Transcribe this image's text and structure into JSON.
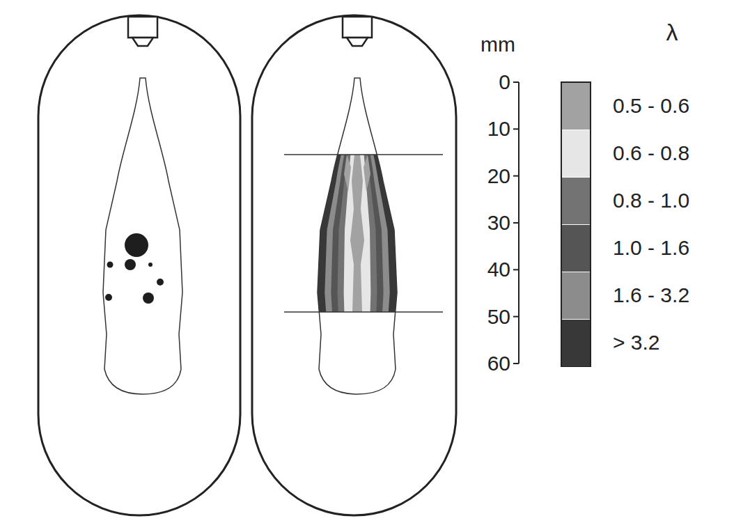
{
  "diagram": {
    "labels": [
      "mm",
      "0",
      "10",
      "20",
      "30",
      "40",
      "50",
      "60",
      "λ"
    ],
    "legend": [
      {
        "text": "0.5 - 0.6",
        "color": "#a2a2a2"
      },
      {
        "text": "0.6 - 0.8",
        "color": "#e6e6e6"
      },
      {
        "text": "0.8 - 1.0",
        "color": "#737373"
      },
      {
        "text": "1.0 - 1.6",
        "color": "#555555"
      },
      {
        "text": "1.6 - 3.2",
        "color": "#8c8c8c"
      },
      {
        "text": "> 3.2",
        "color": "#383838"
      }
    ]
  }
}
